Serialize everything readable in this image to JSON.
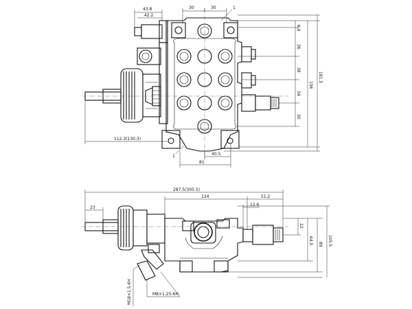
{
  "top_view": {
    "dims": {
      "d438": "43.8",
      "d422": "42.2",
      "d30a": "30",
      "d30b": "30",
      "d69": "6.9",
      "d36": "36",
      "d38": "38",
      "d34": "34",
      "d30c": "30",
      "d1815": "181.5",
      "d156": "156",
      "d1123": "112.3(130.3)",
      "d405": "40.5",
      "d81": "81"
    },
    "marks": {
      "m1": "1",
      "m2": "1"
    }
  },
  "side_view": {
    "dims": {
      "d2875": "287.5(305.5)",
      "d124": "124",
      "d512": "51.2",
      "d126": "12.6",
      "d23": "23",
      "d22": "22",
      "d645": "64.5",
      "d89": "89",
      "d1055": "105.5"
    },
    "threads": {
      "t1": "M8×1.25-6H",
      "t2": "M18×1.5-6H"
    }
  }
}
